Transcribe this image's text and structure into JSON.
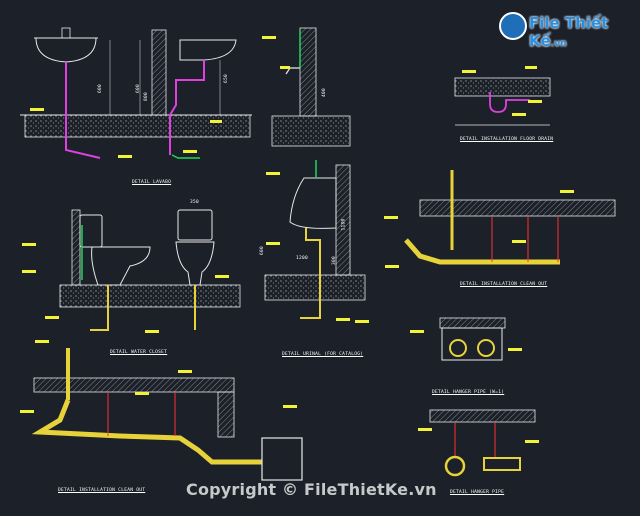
{
  "watermark": {
    "logo_text": "File Thiết Kế",
    "logo_tld": ".vn",
    "copyright": "Copyright © FileThietKe.vn"
  },
  "captions": {
    "lavabo": "DETAIL LAVABO",
    "floor_drain": "DETAIL INSTALLATION FLOOR DRAIN",
    "water_closet": "DETAIL WATER CLOSET",
    "urinal": "DETAIL URINAL (FOR CATALOG)",
    "clean_out_right": "DETAIL INSTALLATION CLEAN OUT",
    "hanger_pipe_1": "DETAIL HANGER PIPE (W=1)",
    "clean_out_bottom": "DETAIL INSTALLATION CLEAN OUT",
    "hanger_pipe_2": "DETAIL HANGER PIPE"
  },
  "dimensions": {
    "lavabo_1": "600",
    "lavabo_2": "600",
    "lavabo_3": "800",
    "lavabo_4": "650",
    "faucet": "400",
    "wc": "350",
    "urinal_1": "1180",
    "urinal_2": "1200",
    "urinal_3": "600",
    "urinal_4": "300"
  },
  "colors": {
    "background": "#1b2029",
    "line": "#e8e8e8",
    "pipe_magenta": "#e040e0",
    "pipe_yellow": "#e8d23a",
    "pipe_green": "#22d65a",
    "tag_yellow": "#f2f236",
    "accent_red": "#ff3030"
  }
}
